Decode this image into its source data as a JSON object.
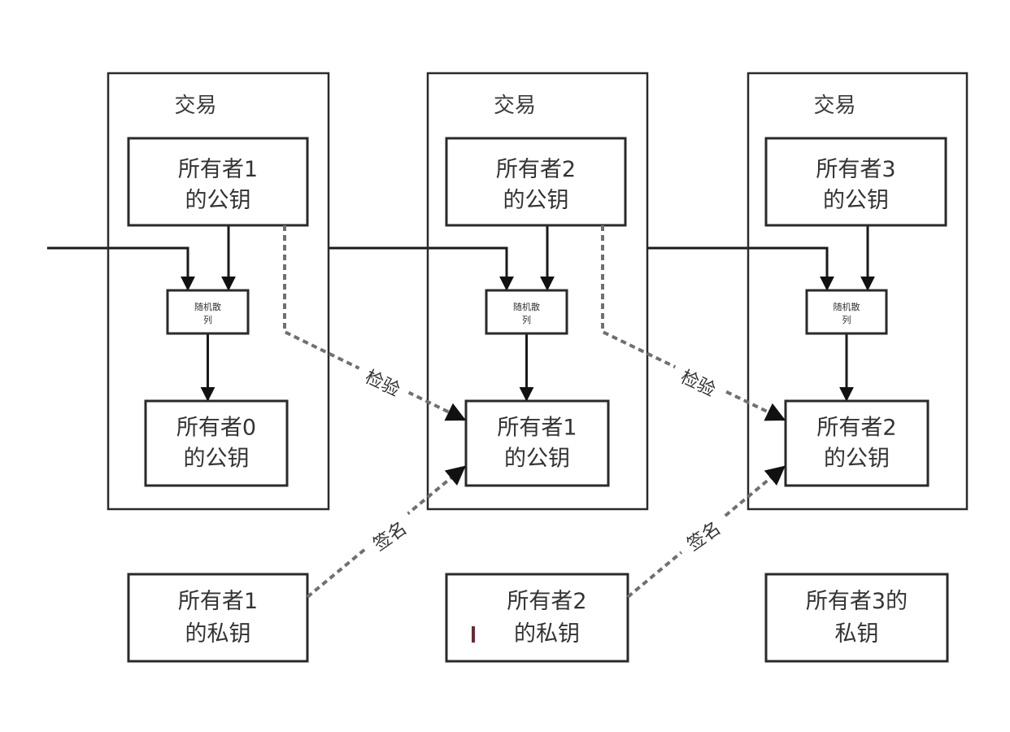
{
  "diagram": {
    "title": "Bitcoin transaction chain (digital signatures)",
    "colors": {
      "line": "#1a1a1a",
      "dashed_line": "#707070",
      "text": "#333333",
      "background": "#ffffff"
    },
    "transactions": [
      {
        "label": "交易",
        "owner_pubkey": [
          "所有者1",
          "的公钥"
        ],
        "hash": [
          "随机散",
          "列"
        ],
        "prev_owner_pubkey": [
          "所有者0",
          "的公钥"
        ]
      },
      {
        "label": "交易",
        "owner_pubkey": [
          "所有者2",
          "的公钥"
        ],
        "hash": [
          "随机散",
          "列"
        ],
        "prev_owner_pubkey": [
          "所有者1",
          "的公钥"
        ]
      },
      {
        "label": "交易",
        "owner_pubkey": [
          "所有者3",
          "的公钥"
        ],
        "hash": [
          "随机散",
          "列"
        ],
        "prev_owner_pubkey": [
          "所有者2",
          "的公钥"
        ]
      }
    ],
    "private_keys": [
      {
        "lines": [
          "所有者1",
          "的私钥"
        ]
      },
      {
        "lines": [
          "所有者2",
          "的私钥"
        ]
      },
      {
        "lines": [
          "所有者3的",
          "私钥"
        ]
      }
    ],
    "edges": [
      {
        "type": "verify",
        "label": "检验",
        "from": "owner_pubkey_1",
        "to": "tx2_prev_owner_pubkey"
      },
      {
        "type": "verify",
        "label": "检验",
        "from": "owner_pubkey_2",
        "to": "tx3_prev_owner_pubkey"
      },
      {
        "type": "sign",
        "label": "签名",
        "from": "private_key_1",
        "to": "tx2_prev_owner_pubkey"
      },
      {
        "type": "sign",
        "label": "签名",
        "from": "private_key_2",
        "to": "tx3_prev_owner_pubkey"
      }
    ]
  }
}
